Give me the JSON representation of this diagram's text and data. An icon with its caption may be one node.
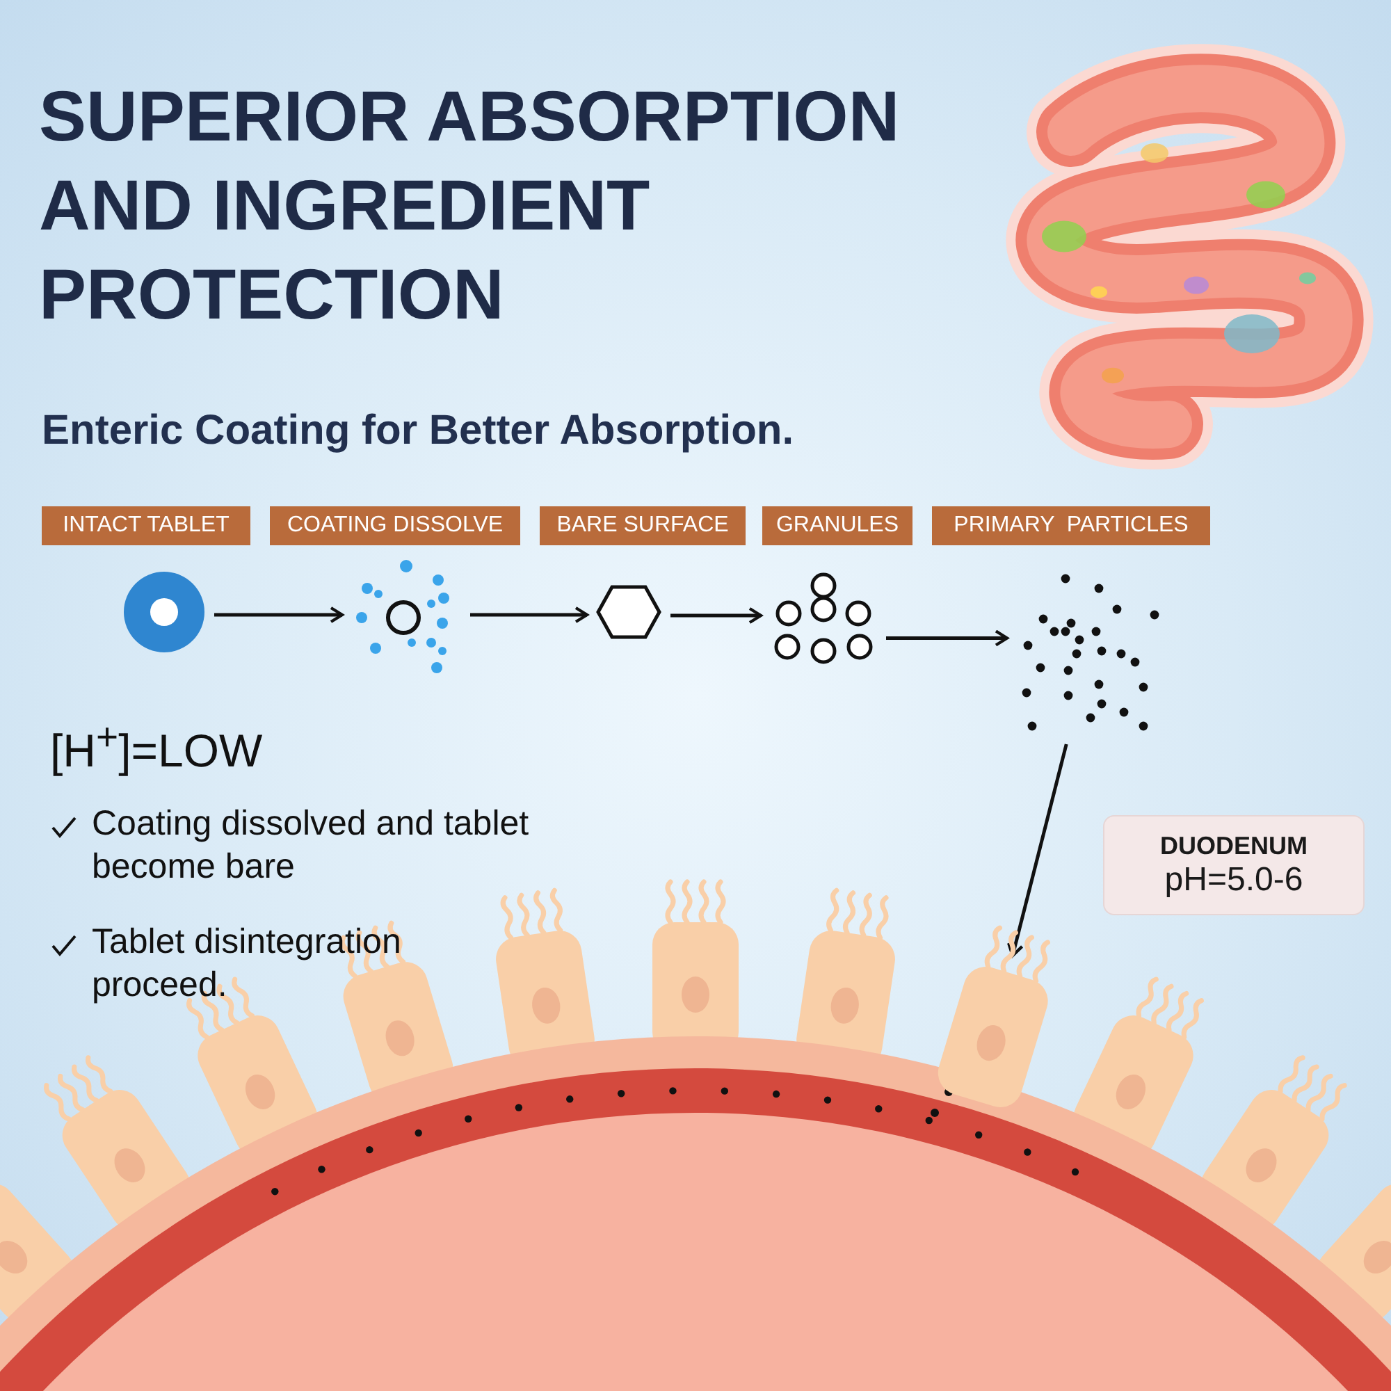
{
  "diagram": {
    "title": "SUPERIOR ABSORPTION AND INGREDIENT PROTECTION",
    "nodes": [
      {
        "text": [
          "INTACT TABLET"
        ]
      },
      {
        "text": [
          "COATING DISSOLVE"
        ]
      },
      {
        "text": [
          "BARE SURFACE"
        ]
      },
      {
        "text": [
          "GRANULES"
        ]
      },
      {
        "text": [
          "PRIMARY  PARTICLES"
        ]
      },
      {
        "text": [],
        "shape": "picture"
      },
      {
        "text": [],
        "shape": "picture"
      },
      {
        "text": [],
        "shape": "hexagon"
      },
      {
        "text": [],
        "shape": "picture"
      },
      {
        "text": [],
        "shape": "picture"
      },
      {
        "text": [],
        "shape": "picture"
      },
      {
        "text": [
          "DUODENUM",
          "pH=5.0-6"
        ]
      }
    ],
    "edges": [
      {
        "from": 5,
        "to": 6,
        "arrow": "to"
      },
      {
        "from": 6,
        "to": 7,
        "arrow": "to"
      },
      {
        "from": 7,
        "to": 8,
        "arrow": "to"
      },
      {
        "from": 8,
        "to": 9,
        "arrow": "to"
      },
      {
        "from": 9,
        "to": 10,
        "arrow": "to"
      }
    ],
    "labels": [
      "Enteric Coating for Better Absorption.",
      "[H$^{+}$]=LOW",
      "Coating dissolved and tablet become bare",
      "Tablet disintegration proceed."
    ]
  }
}
